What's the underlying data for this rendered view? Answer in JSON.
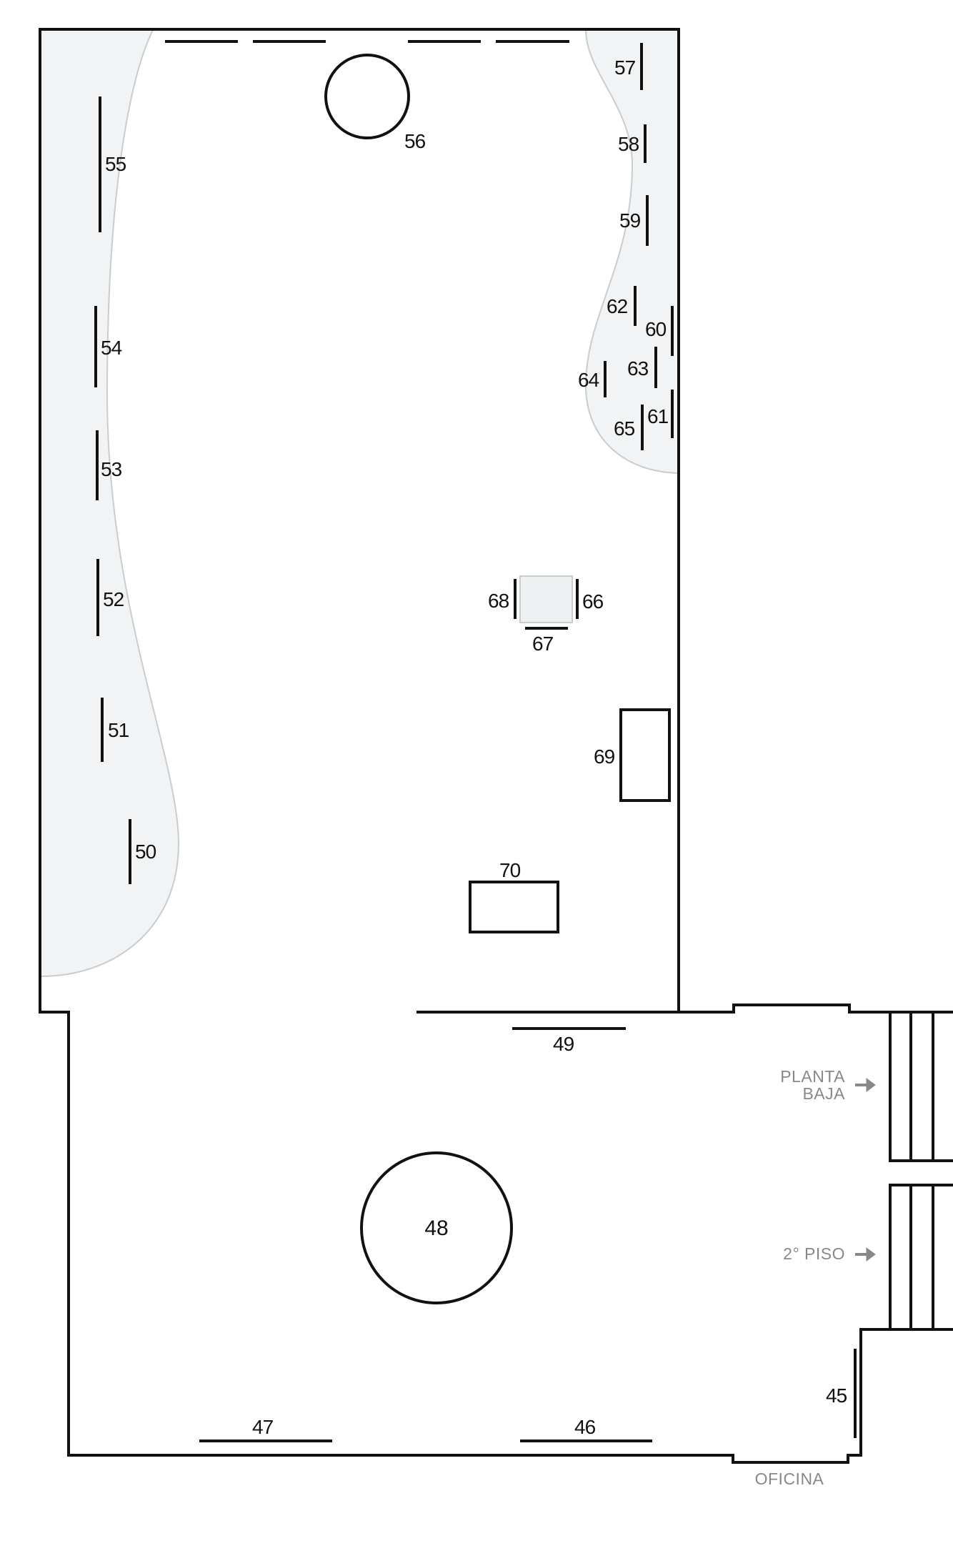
{
  "markers": {
    "m45": "45",
    "m46": "46",
    "m47": "47",
    "m48": "48",
    "m49": "49",
    "m50": "50",
    "m51": "51",
    "m52": "52",
    "m53": "53",
    "m54": "54",
    "m55": "55",
    "m56": "56",
    "m57": "57",
    "m58": "58",
    "m59": "59",
    "m60": "60",
    "m61": "61",
    "m62": "62",
    "m63": "63",
    "m64": "64",
    "m65": "65",
    "m66": "66",
    "m67": "67",
    "m68": "68",
    "m69": "69",
    "m70": "70"
  },
  "labels": {
    "planta_line1": "PLANTA",
    "planta_line2": "BAJA",
    "piso2": "2° PISO",
    "oficina": "OFICINA"
  },
  "colors": {
    "walls": "#111111",
    "shaded_zone": "#f1f3f4",
    "label_gray": "#888888"
  },
  "icons": {
    "direction": "arrow-right-icon"
  }
}
